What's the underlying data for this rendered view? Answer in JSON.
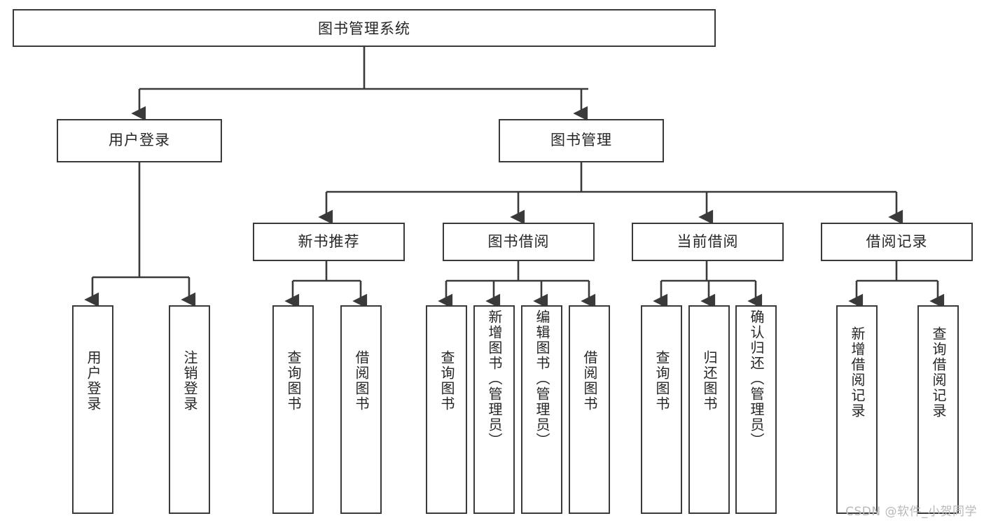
{
  "diagram": {
    "title": "图书管理系统",
    "type": "hierarchy-tree",
    "watermark": "CSDN @软件_小贺同学",
    "colors": {
      "box_border": "#3a3a3a",
      "box_fill": "#ffffff",
      "connector": "#3a3a3a",
      "text": "#262626",
      "watermark": "#b9b9b9",
      "background": "#ffffff"
    },
    "root": {
      "label": "图书管理系统"
    },
    "level2": [
      {
        "label": "用户登录"
      },
      {
        "label": "图书管理"
      }
    ],
    "level3": [
      {
        "label": "新书推荐"
      },
      {
        "label": "图书借阅"
      },
      {
        "label": "当前借阅"
      },
      {
        "label": "借阅记录"
      }
    ],
    "leaves": {
      "user_login": [
        {
          "label": "用户登录"
        },
        {
          "label": "注销登录"
        }
      ],
      "new_book_recommend": [
        {
          "label": "查询图书"
        },
        {
          "label": "借阅图书"
        }
      ],
      "book_borrow": [
        {
          "label": "查询图书"
        },
        {
          "label": "新增图书（管理员）"
        },
        {
          "label": "编辑图书（管理员）"
        },
        {
          "label": "借阅图书"
        }
      ],
      "current_borrow": [
        {
          "label": "查询图书"
        },
        {
          "label": "归还图书"
        },
        {
          "label": "确认归还（管理员）"
        }
      ],
      "borrow_record": [
        {
          "label": "新增借阅记录"
        },
        {
          "label": "查询借阅记录"
        }
      ]
    }
  }
}
